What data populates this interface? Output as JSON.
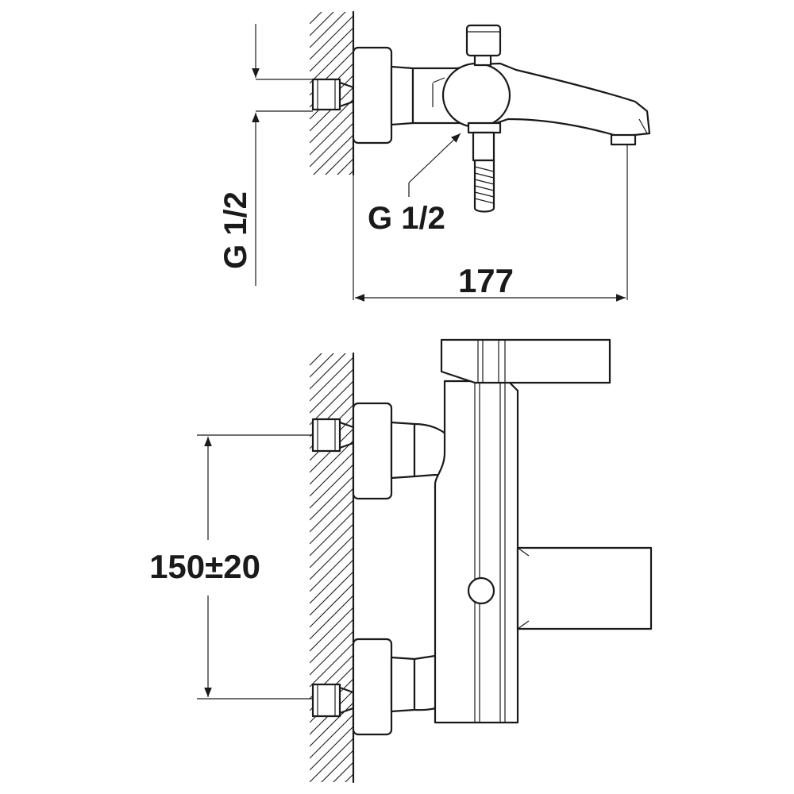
{
  "dimensions": {
    "inlet_thread_vertical": "G 1/2",
    "outlet_thread": "G 1/2",
    "depth": "177",
    "inlet_spacing": "150±20"
  }
}
